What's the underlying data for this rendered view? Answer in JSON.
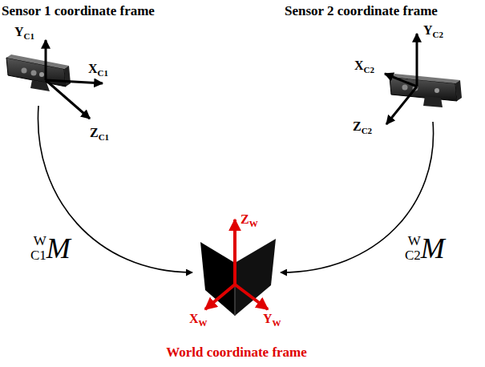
{
  "diagram": {
    "nodes": [
      {
        "text": [
          "Sensor 1 coordinate frame"
        ]
      },
      {
        "text": [
          "Sensor 2 coordinate frame"
        ]
      },
      {
        "text": [
          "World coordinate frame"
        ]
      }
    ],
    "edges": [
      {
        "from": 0,
        "to": 2,
        "arrow": "to",
        "label": "WC1M"
      },
      {
        "from": 1,
        "to": 2,
        "arrow": "to",
        "label": "WC2M"
      }
    ],
    "labels": [
      "YC1",
      "XC1",
      "ZC1",
      "YC2",
      "XC2",
      "ZC2",
      "ZW",
      "XW",
      "YW"
    ]
  }
}
